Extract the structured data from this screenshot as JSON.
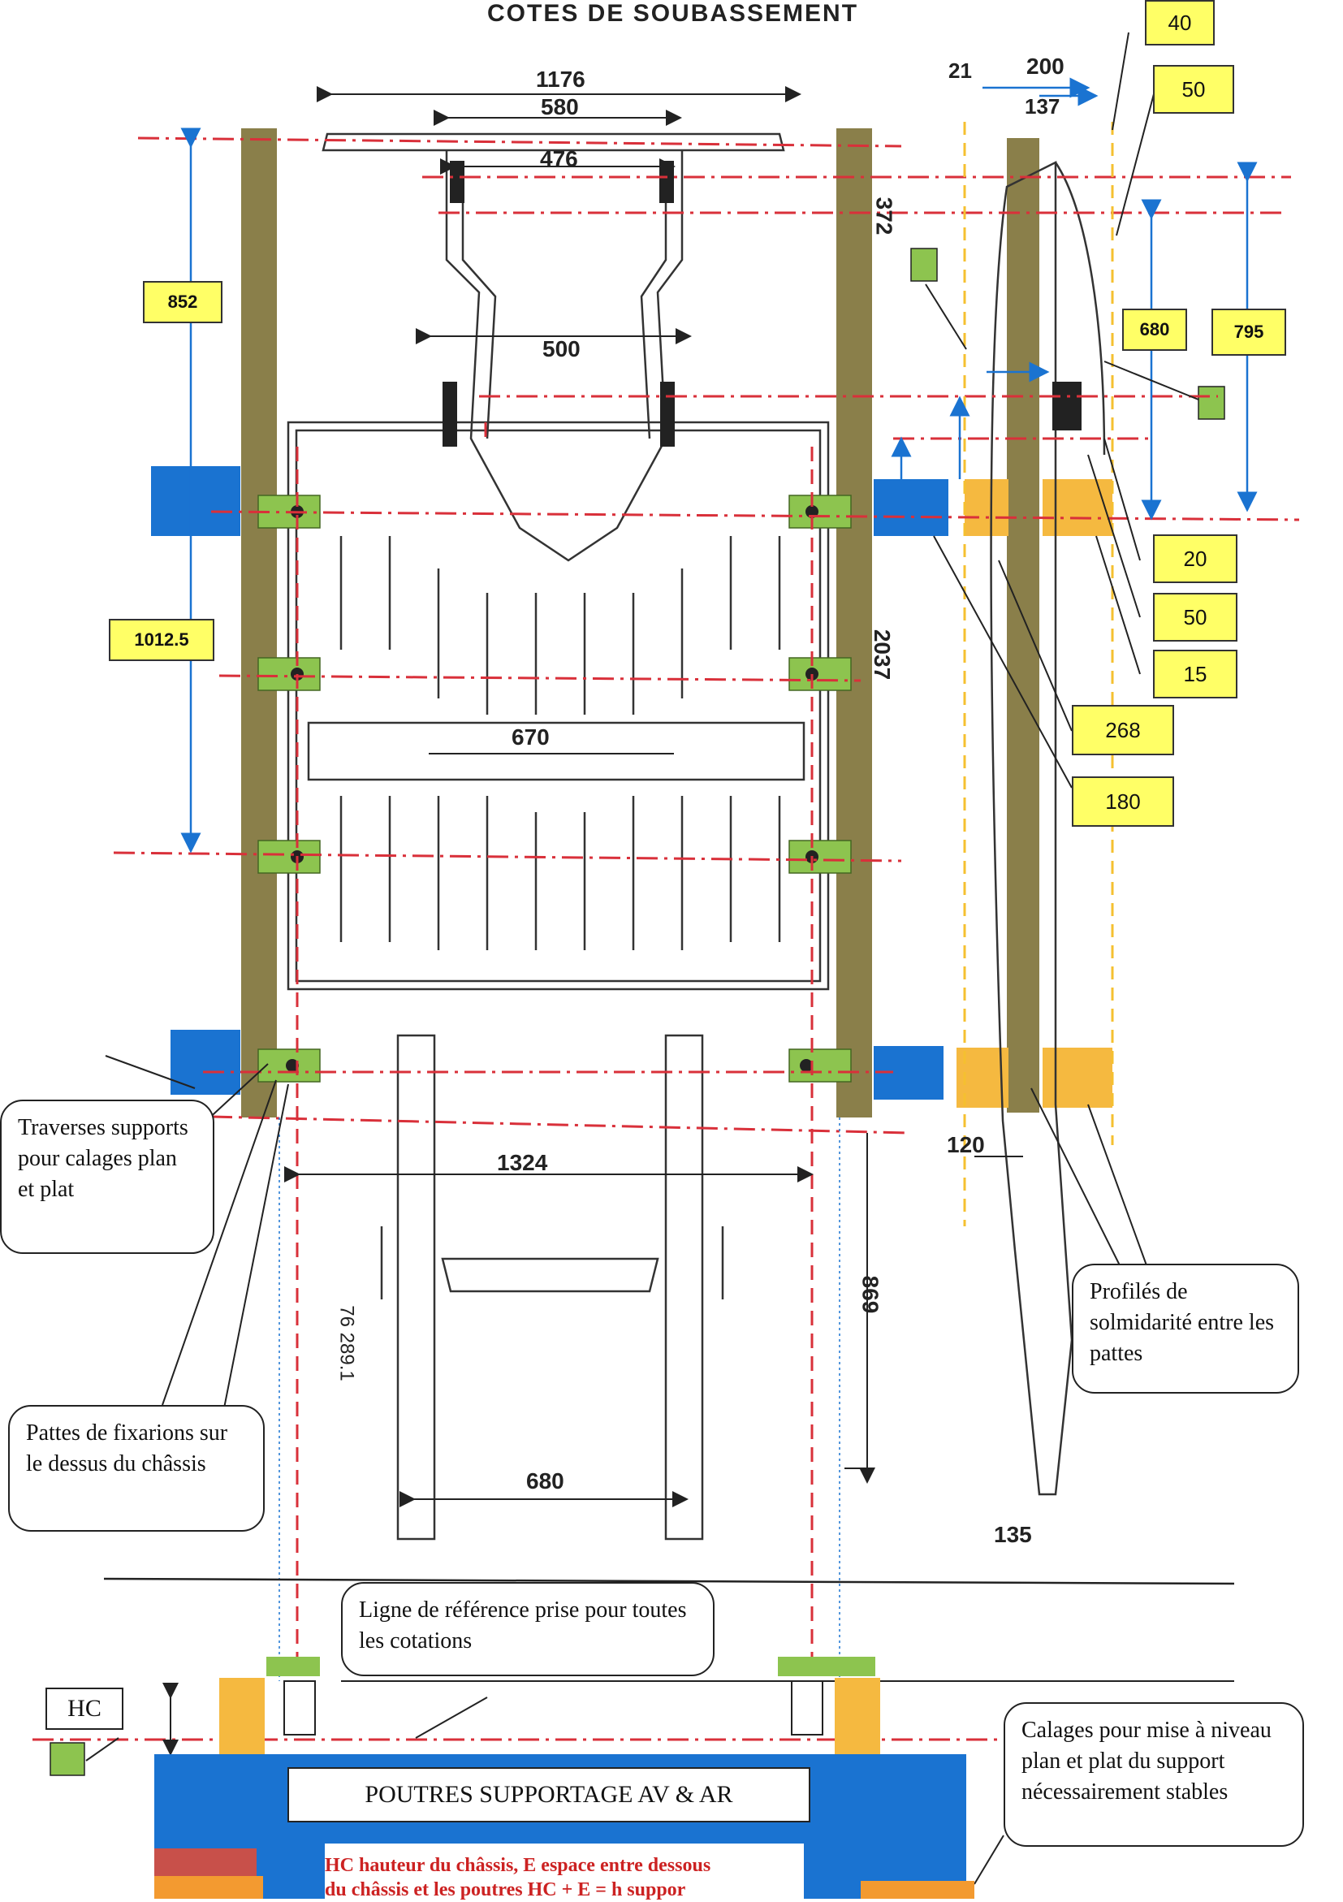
{
  "title": "COTES DE SOUBASSEMENT",
  "dimensions": {
    "d1176": "1176",
    "d580": "580",
    "d476": "476",
    "d372": "372",
    "d500": "500",
    "d2037": "2037",
    "d670": "670",
    "d1324": "1324",
    "d869": "869",
    "d76": "76 289.1",
    "d680": "680",
    "d21": "21",
    "d200": "200",
    "d137": "137",
    "d120": "120",
    "d135": "135"
  },
  "yellow_boxes": {
    "b40": "40",
    "b50a": "50",
    "b852": "852",
    "b10125": "1012.5",
    "b680": "680",
    "b795": "795",
    "b20": "20",
    "b50b": "50",
    "b15": "15",
    "b268": "268",
    "b180": "180"
  },
  "callouts": {
    "traverses": "Traverses supports pour calages plan et plat",
    "pattes": "Pattes de fixarions sur le dessus du châssis",
    "profiles": "Profilés de solmidarité entre les pattes",
    "ligne": "Ligne de référence prise pour toutes les cotations",
    "calages": "Calages pour mise à niveau plan et plat du support nécessairement stables"
  },
  "hc_label": "HC",
  "poutres_label": "POUTRES SUPPORTAGE AV & AR",
  "note_line1": "HC hauteur du châssis, E espace entre dessous",
  "note_line2": "du châssis et les poutres  HC + E = h  suppor",
  "colors": {
    "olive": "#8a7f4a",
    "blue": "#1a73d1",
    "orange": "#f5b940",
    "green": "#8dc44f",
    "red_dash": "#d9303a",
    "yellow": "#ffff66"
  }
}
